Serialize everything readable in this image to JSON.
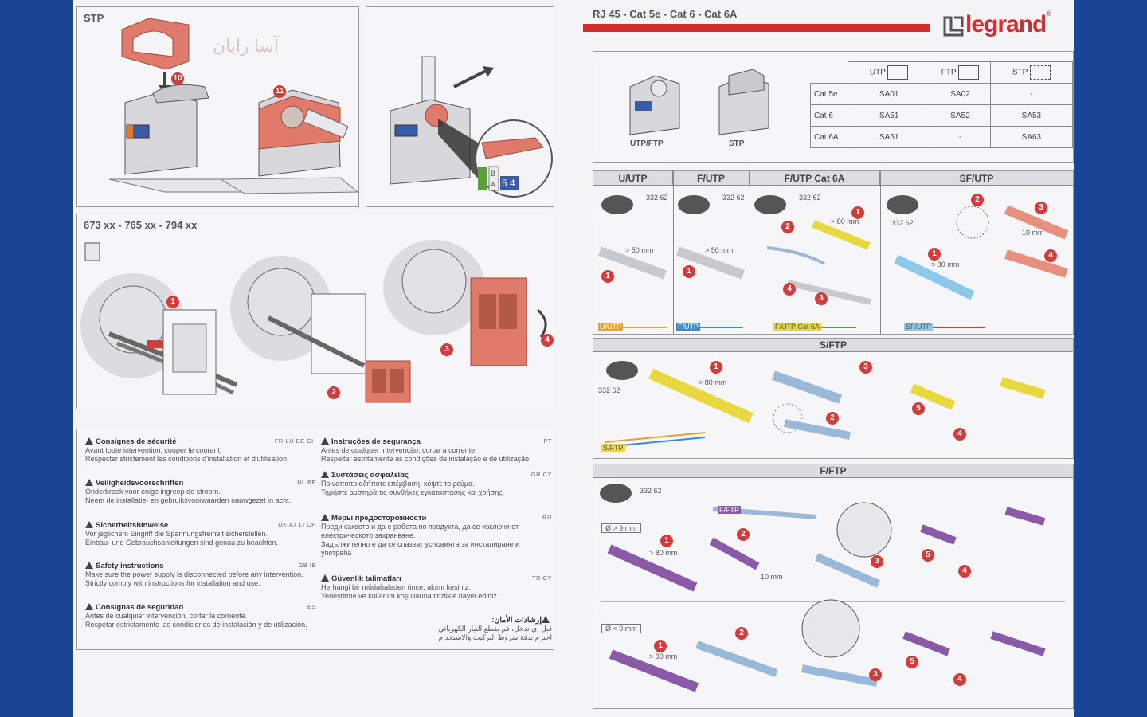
{
  "left": {
    "stp_label": "STP",
    "steps_stp": [
      "10",
      "11"
    ],
    "part_label": "673 xx - 765 xx - 794 xx",
    "install_steps": [
      "1",
      "2",
      "3",
      "4"
    ],
    "detail_letters": {
      "b": "B",
      "a": "A",
      "n5": "5",
      "n4": "4"
    },
    "watermark": "آسا رایان",
    "safety_left": [
      {
        "title": "Consignes de sécurité",
        "tags": "FR LU BE CH",
        "lines": [
          "Avant toute intervention, couper le courant.",
          "Respecter strictement les conditions d'installation et d'utilisation."
        ]
      },
      {
        "title": "Veiligheidsvoorschriften",
        "tags": "NL BE",
        "lines": [
          "Onderbreek voor enige ingreep de stroom.",
          "Neem de installatie- en gebruiksvoorwaarden nauwgezet in acht."
        ]
      },
      {
        "title": "Sicherheitshinweise",
        "tags": "DE AT LI CH",
        "lines": [
          "Vor jeglichem Eingriff die Spannungsfreiheit sicherstellen.",
          "Einbau- und Gebrauchsanleitungen sind genau zu beachten."
        ]
      },
      {
        "title": "Safety instructions",
        "tags": "GB IE",
        "lines": [
          "Make sure the power supply is disconnected before any intervention.",
          "Strictly comply with instructions for installation and use."
        ]
      },
      {
        "title": "Consignas de seguridad",
        "tags": "ES",
        "lines": [
          "Antes de cualquier intervención, cortar la corriente.",
          "Respetar estrictamente las condiciones de instalación y de utilización."
        ]
      }
    ],
    "safety_right": [
      {
        "title": "Instruções de segurança",
        "tags": "PT",
        "lines": [
          "Antes de qualquer intervenção, cortar a corrente.",
          "Respeitar estritamente as condições de instalação e de utilização."
        ]
      },
      {
        "title": "Συστάσεις ασφαλείας",
        "tags": "GR CY",
        "lines": [
          "Πριναποποιαδήποτε επέμβαση, κόψτε το ρεύμα.",
          "Τηρήστε αυστηρά τις συνθήκες εγκατάστασης και χρήσης."
        ]
      },
      {
        "title": "Меры предосторожности",
        "tags": "RU",
        "lines": [
          "Преди каквото и да е работа по продукта, да се изключи от",
          "електрическото захранване.",
          "Задължително е да се спазват условията за инсталиране и",
          "употреба"
        ]
      },
      {
        "title": "Güvenlik talimatları",
        "tags": "TR CY",
        "lines": [
          "Herhangi bir müdahaleden önce, akımı kesiniz.",
          "Yerleştirme ve kullanım koşullarına titizlikle riayet ediniz."
        ]
      },
      {
        "title": "إرشادات الأمان:",
        "tags": "",
        "lines": [
          "قبل أي تدخل، قم بقطع التيار الكهربائي",
          "احترم بدقة شروط التركيب والاستخدام"
        ]
      }
    ]
  },
  "right": {
    "header": "RJ 45 - Cat 5e - Cat 6 - Cat 6A",
    "brand": "legrand",
    "brand_mark": "®",
    "accent": "#d22e2e",
    "models": [
      "UTP/FTP",
      "STP"
    ],
    "table": {
      "cols": [
        "UTP",
        "FTP",
        "STP"
      ],
      "rows": [
        {
          "cat": "Cat 5e",
          "vals": [
            "SA01",
            "SA02",
            "-"
          ]
        },
        {
          "cat": "Cat 6",
          "vals": [
            "SA51",
            "SA52",
            "SA53"
          ]
        },
        {
          "cat": "Cat 6A",
          "vals": [
            "SA61",
            "-",
            "SA63"
          ]
        }
      ]
    },
    "sections": {
      "u_utp": "U/UTP",
      "f_utp": "F/UTP",
      "f_utp6a": "F/UTP Cat 6A",
      "sf_utp": "SF/UTP",
      "s_ftp": "S/FTP",
      "f_ftp": "F/FTP"
    },
    "tool_ref": "332 62",
    "dims": {
      "d50": "> 50 mm",
      "d80": "> 80 mm",
      "d10": "10 mm",
      "dia_gt": "Ø > 9 mm",
      "dia_lt": "Ø < 9 mm"
    },
    "cable_tags": {
      "u_utp": "U/UTP",
      "f_utp": "F/UTP",
      "f_utp6a": "F/UTP Cat 6A",
      "sf_utp": "SF/UTP",
      "s_ftp": "S/FTP",
      "f_ftp": "F/FTP"
    },
    "steps": [
      "1",
      "2",
      "3",
      "4",
      "5"
    ]
  }
}
